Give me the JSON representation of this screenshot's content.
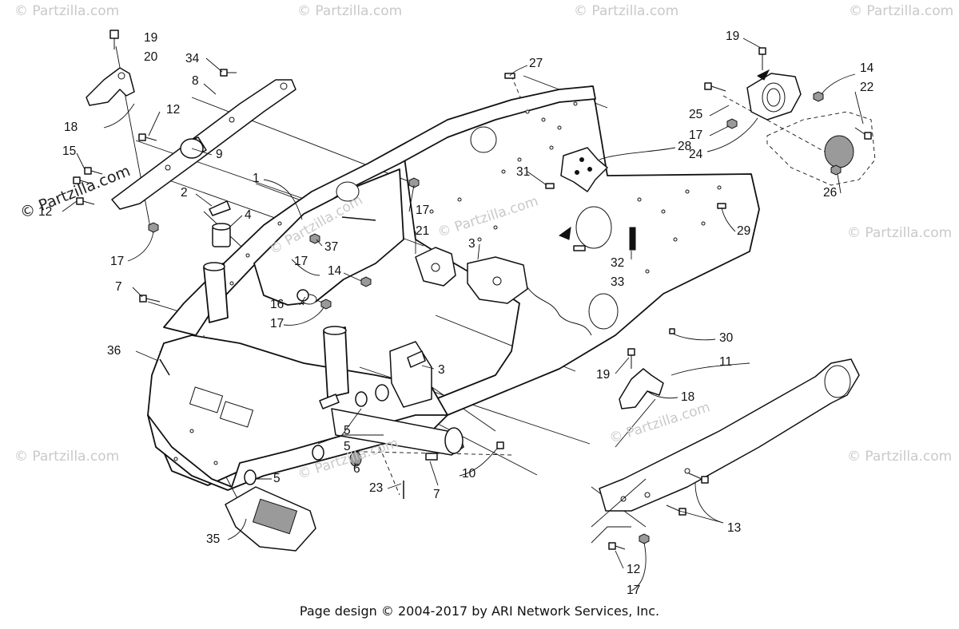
{
  "diagram": {
    "footer": "Page design © 2004-2017 by ARI Network Services, Inc.",
    "watermark_text": "© Partzilla.com",
    "callouts": {
      "c19a": "19",
      "c20": "20",
      "c34": "34",
      "c8": "8",
      "c18a": "18",
      "c12a": "12",
      "c15": "15",
      "c12b": "12",
      "c9": "9",
      "c1": "1",
      "c2": "2",
      "c4": "4",
      "c17a": "17",
      "c7a": "7",
      "c36": "36",
      "c37": "37",
      "c17b": "17",
      "c14a": "14",
      "c16": "16",
      "c17c": "17",
      "c17d": "17",
      "c21": "21",
      "c3a": "3",
      "c3b": "3",
      "c27": "27",
      "c28": "28",
      "c31": "31",
      "c29": "29",
      "c32": "32",
      "c33": "33",
      "c19b": "19",
      "c25": "25",
      "c17e": "17",
      "c24": "24",
      "c14b": "14",
      "c22": "22",
      "c26": "26",
      "c30": "30",
      "c11": "11",
      "c19c": "19",
      "c18b": "18",
      "c5a": "5",
      "c5b": "5",
      "c6": "6",
      "c23": "23",
      "c7b": "7",
      "c10": "10",
      "c5c": "5",
      "c35": "35",
      "c13": "13",
      "c12c": "12",
      "c17f": "17"
    }
  }
}
